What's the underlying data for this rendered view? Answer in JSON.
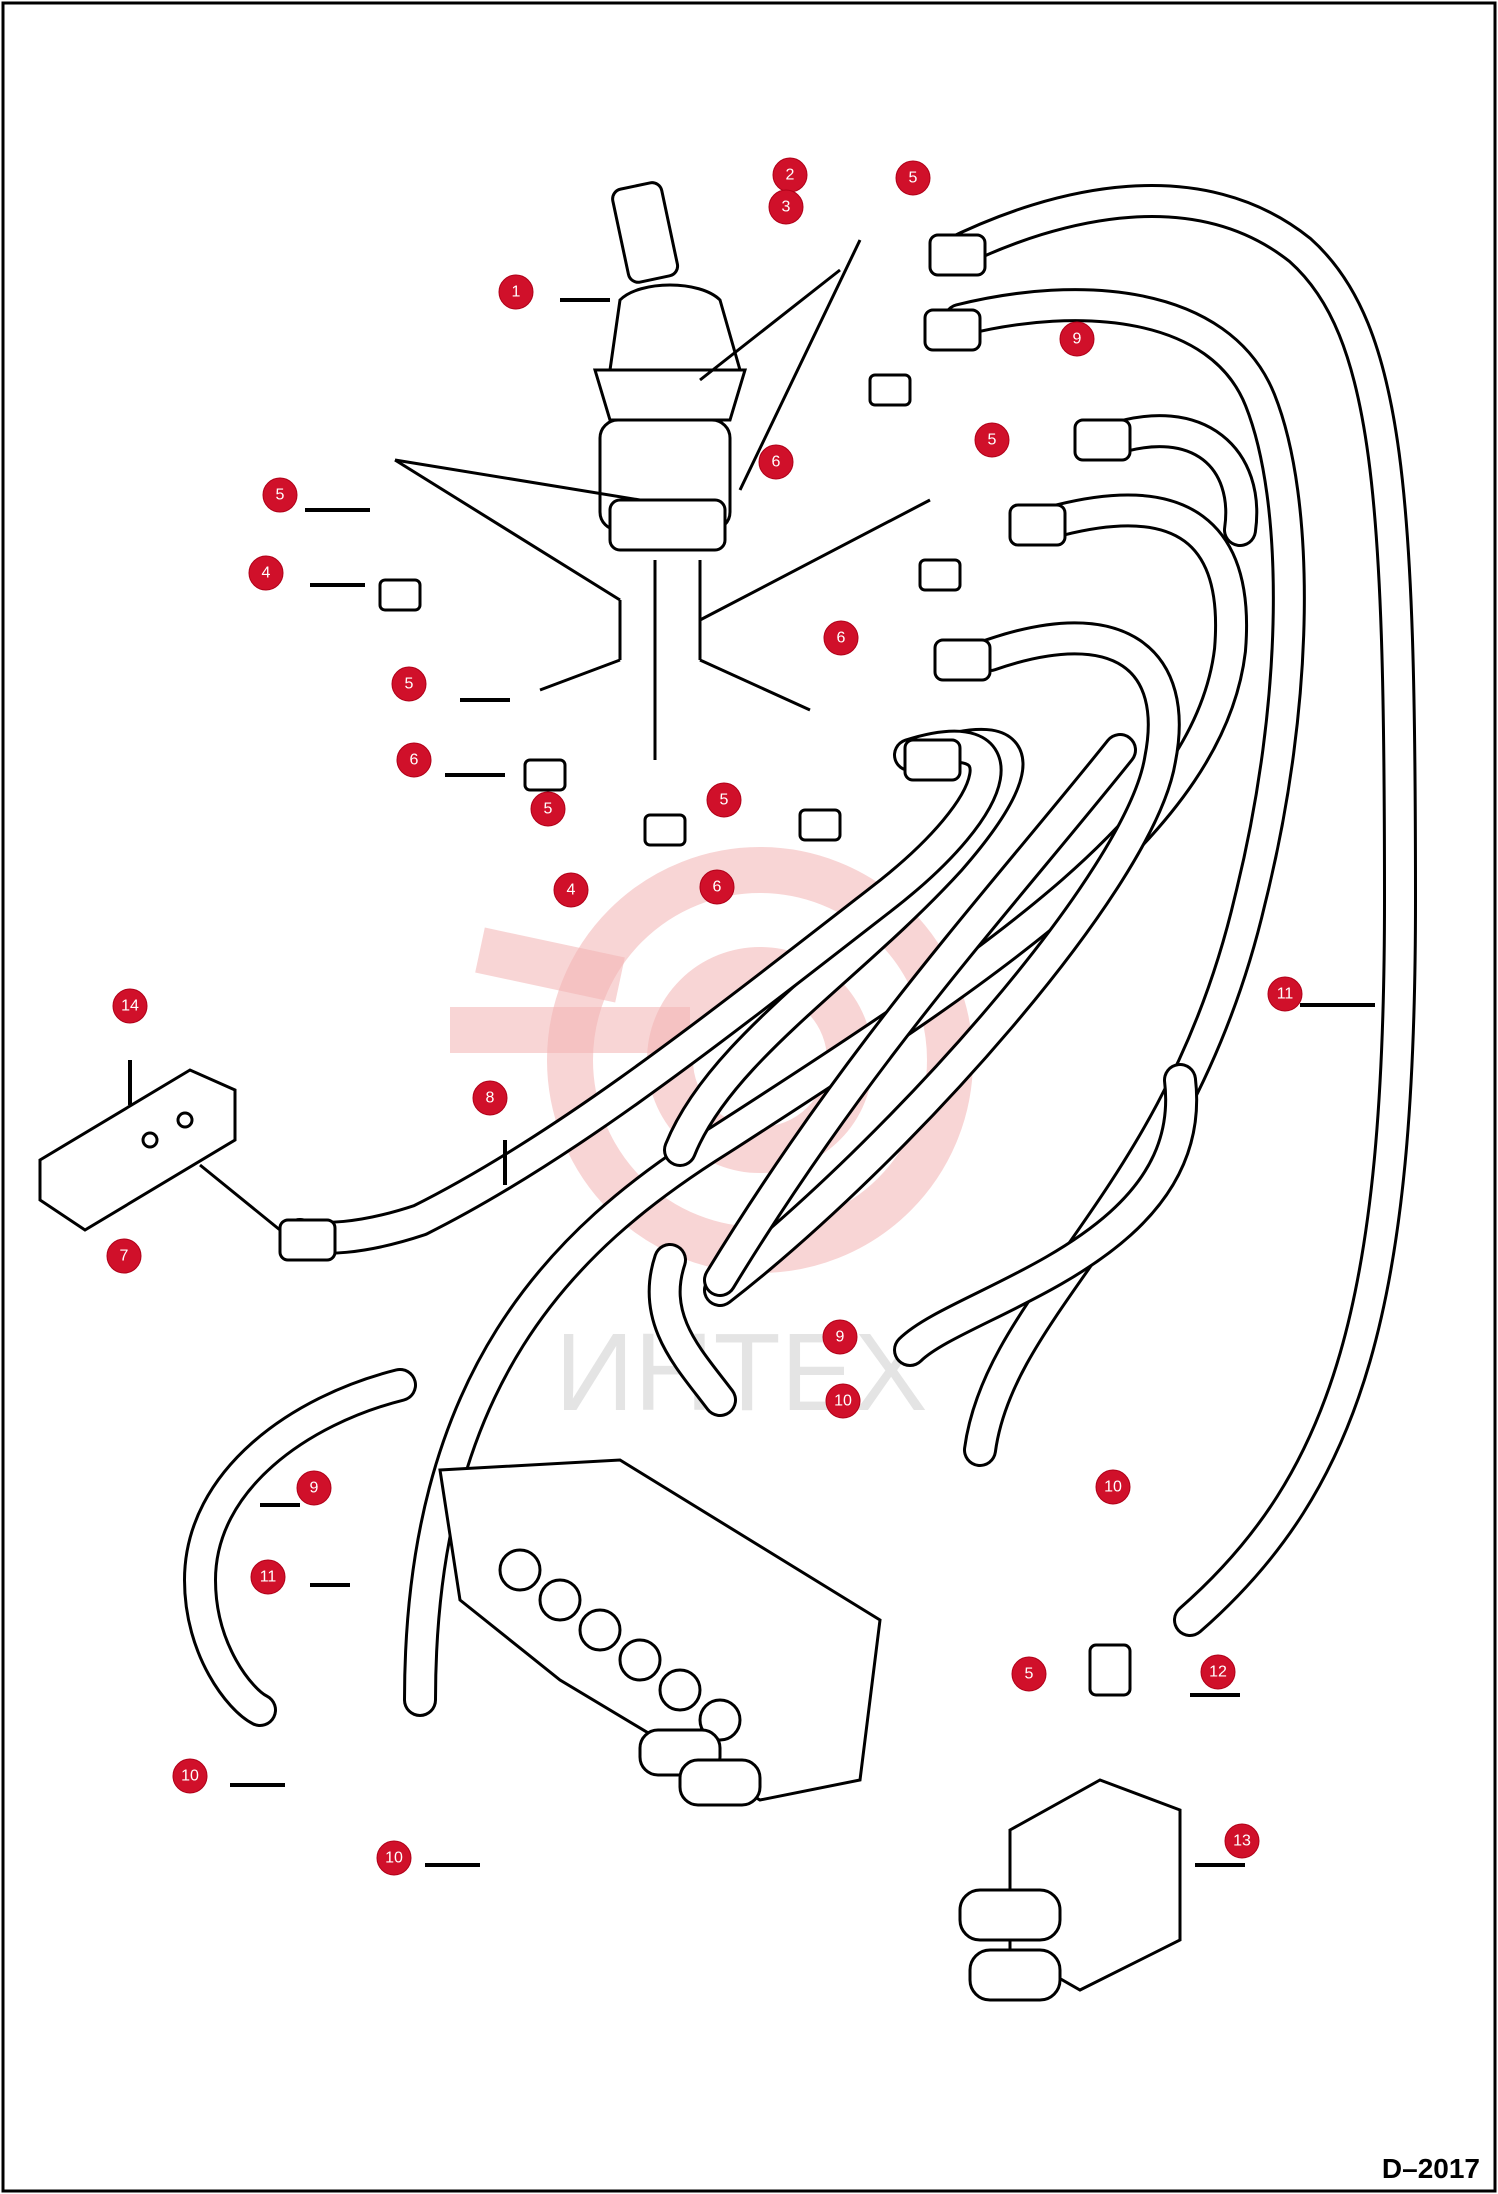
{
  "drawing_number": "D–2017",
  "watermark_text": "ИНТЕХ",
  "callout_color": "#d0102a",
  "callouts": [
    {
      "label": "1"
    },
    {
      "label": "2"
    },
    {
      "label": "3"
    },
    {
      "label": "5"
    },
    {
      "label": "9"
    },
    {
      "label": "6"
    },
    {
      "label": "5"
    },
    {
      "label": "5"
    },
    {
      "label": "4"
    },
    {
      "label": "6"
    },
    {
      "label": "5"
    },
    {
      "label": "6"
    },
    {
      "label": "5"
    },
    {
      "label": "5"
    },
    {
      "label": "4"
    },
    {
      "label": "6"
    },
    {
      "label": "14"
    },
    {
      "label": "11"
    },
    {
      "label": "8"
    },
    {
      "label": "7"
    },
    {
      "label": "9"
    },
    {
      "label": "10"
    },
    {
      "label": "9"
    },
    {
      "label": "10"
    },
    {
      "label": "11"
    },
    {
      "label": "5"
    },
    {
      "label": "12"
    },
    {
      "label": "10"
    },
    {
      "label": "10"
    },
    {
      "label": "13"
    }
  ]
}
